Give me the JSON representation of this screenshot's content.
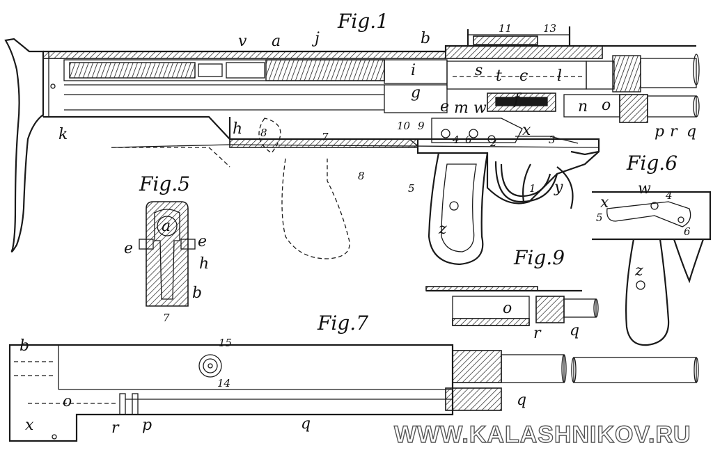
{
  "figures": {
    "fig1": "Fig.1",
    "fig5": "Fig.5",
    "fig6": "Fig.6",
    "fig7": "Fig.7",
    "fig9": "Fig.9"
  },
  "fig1_labels": {
    "v": "v",
    "a": "a",
    "j": "j",
    "b": "b",
    "n11": "11",
    "n13": "13",
    "i": "i",
    "s": "s",
    "t": "t",
    "c": "c",
    "l": "l",
    "g": "g",
    "e": "e",
    "m": "m",
    "w": "w",
    "f": "f",
    "n": "n",
    "o": "o",
    "h": "h",
    "k": "k",
    "n8a": "8",
    "n7": "7",
    "n8b": "8",
    "n10": "10",
    "n9": "9",
    "n4": "4",
    "n6": "6",
    "n2": "2",
    "x": "x",
    "n3": "3",
    "p": "p",
    "r": "r",
    "q": "q",
    "n5": "5",
    "z": "z",
    "n1": "1",
    "y": "y"
  },
  "fig5_labels": {
    "a": "a",
    "e1": "e",
    "e2": "e",
    "h": "h",
    "b": "b",
    "n7": "7"
  },
  "fig6_labels": {
    "w": "w",
    "n4": "4",
    "x": "x",
    "n5": "5",
    "n6": "6",
    "z": "z"
  },
  "fig9_labels": {
    "o": "o",
    "r": "r",
    "q": "q"
  },
  "fig7_labels": {
    "b": "b",
    "n15": "15",
    "n14": "14",
    "o": "o",
    "x": "x",
    "r": "r",
    "p": "p",
    "q1": "q",
    "q2": "q"
  },
  "watermark": "WWW.KALASHNIKOV.RU"
}
